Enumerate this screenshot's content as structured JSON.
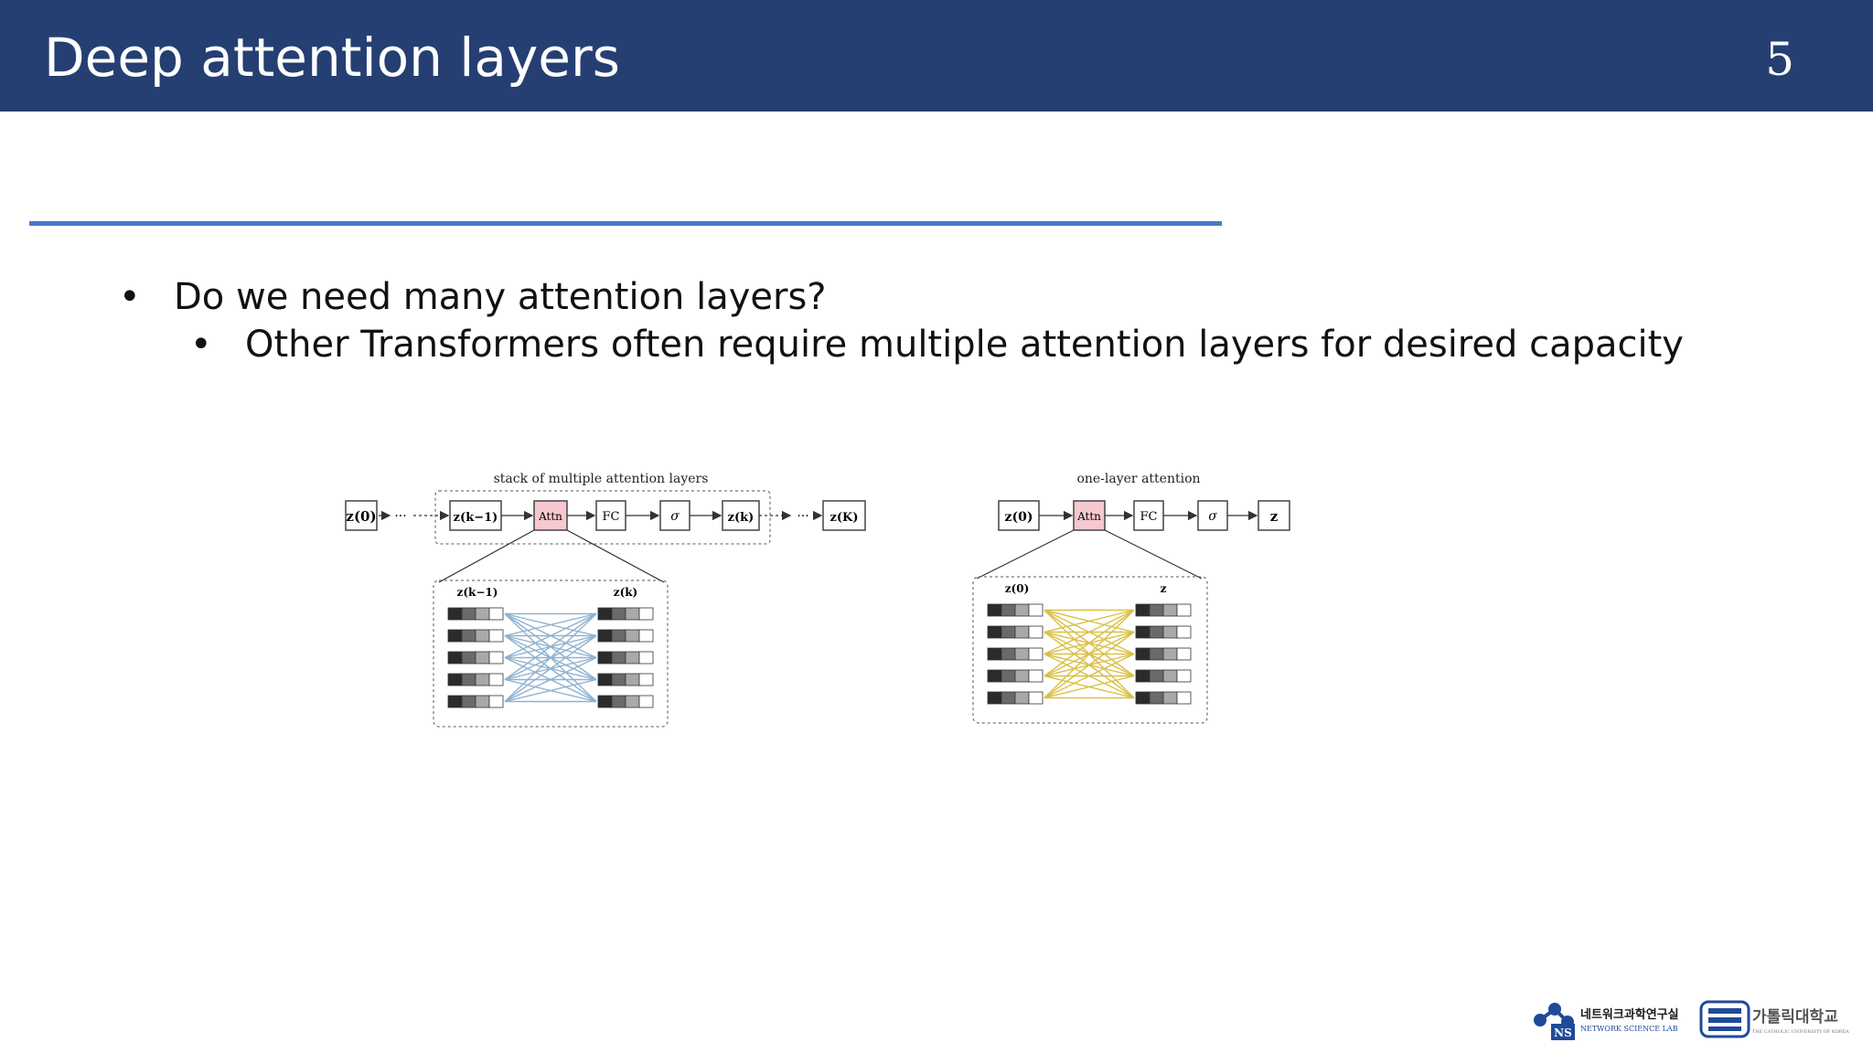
{
  "slide": {
    "title": "Deep attention layers",
    "page_number": "5"
  },
  "bullets": [
    {
      "text": "Do we need many attention layers?",
      "level": 1
    },
    {
      "text": "Other Transformers often require multiple attention layers for desired capacity",
      "level": 2
    }
  ],
  "figure": {
    "left_panel": {
      "caption": "stack of multiple attention layers",
      "nodes": [
        "z(0)",
        "z(k−1)",
        "Attn",
        "FC",
        "σ",
        "z(k)",
        "z(K)"
      ],
      "in_label": "z(k−1)",
      "out_label": "z(k)",
      "line_color": "#8fb2d0"
    },
    "right_panel": {
      "caption": "one-layer attention",
      "nodes": [
        "z(0)",
        "Attn",
        "FC",
        "σ",
        "z"
      ],
      "in_label": "z(0)",
      "out_label": "z",
      "line_color": "#d9c044"
    },
    "attn_color": "#f6c8cf",
    "ellipsis": "···"
  },
  "logos": {
    "lab_name_kr": "네트워크과학연구실",
    "lab_name_en": "NETWORK SCIENCE LAB",
    "lab_mark": "NS",
    "university_kr": "가톨릭대학교",
    "university_en": "THE CATHOLIC UNIVERSITY OF KOREA"
  }
}
